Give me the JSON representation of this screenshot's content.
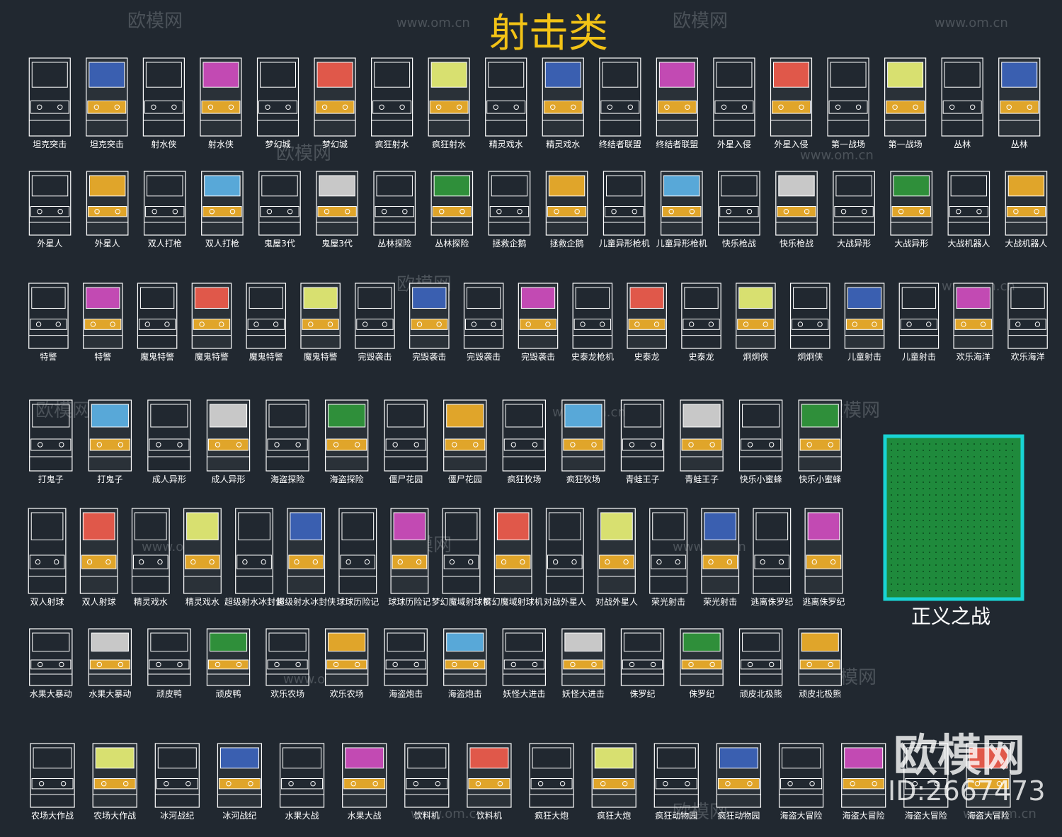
{
  "title": "射击类",
  "watermark": {
    "brand": "欧模网",
    "url": "www.om.cn",
    "url_short": "om.cn",
    "id_label": "ID:2667473"
  },
  "big_panel_label": "正义之战",
  "colors": {
    "background": "#212830",
    "title": "#f3c316",
    "outline": "#ffffff",
    "panel_border": "#19d4d4",
    "panel_fill": "#1f8a3c"
  },
  "rows": [
    {
      "labels": [
        "坦克突击",
        "坦克突击",
        "射水侠",
        "射水侠",
        "梦幻城",
        "梦幻城",
        "疯狂射水",
        "疯狂射水",
        "精灵戏水",
        "精灵戏水",
        "终结者联盟",
        "终结者联盟",
        "外星入侵",
        "外星入侵",
        "第一战场",
        "第一战场",
        "丛林",
        "丛林"
      ]
    },
    {
      "labels": [
        "外星人",
        "外星人",
        "双人打枪",
        "双人打枪",
        "鬼屋3代",
        "鬼屋3代",
        "丛林探险",
        "丛林探险",
        "拯救企鹅",
        "拯救企鹅",
        "儿童异形枪机",
        "儿童异形枪机",
        "快乐枪战",
        "快乐枪战",
        "大战异形",
        "大战异形",
        "大战机器人",
        "大战机器人"
      ]
    },
    {
      "labels": [
        "特警",
        "特警",
        "魔鬼特警",
        "魔鬼特警",
        "魔鬼特警",
        "魔鬼特警",
        "完毁袭击",
        "完毁袭击",
        "完毁袭击",
        "完毁袭击",
        "史泰龙枪机",
        "史泰龙",
        "史泰龙",
        "炯炯侠",
        "炯炯侠",
        "儿童射击",
        "儿童射击",
        "欢乐海洋",
        "欢乐海洋"
      ]
    },
    {
      "labels": [
        "打鬼子",
        "打鬼子",
        "成人异形",
        "成人异形",
        "海盗探险",
        "海盗探险",
        "僵尸花园",
        "僵尸花园",
        "疯狂牧场",
        "疯狂牧场",
        "青蛙王子",
        "青蛙王子",
        "快乐小蜜蜂",
        "快乐小蜜蜂"
      ]
    },
    {
      "labels": [
        "双人射球",
        "双人射球",
        "精灵戏水",
        "精灵戏水",
        "超级射水冰封侠",
        "超级射水冰封侠",
        "球球历险记",
        "球球历险记",
        "梦幻魔域射球机",
        "梦幻魔域射球机",
        "对战外星人",
        "对战外星人",
        "荣光射击",
        "荣光射击",
        "逃离侏罗纪",
        "逃离侏罗纪"
      ]
    },
    {
      "labels": [
        "水果大暴动",
        "水果大暴动",
        "顽皮鸭",
        "顽皮鸭",
        "欢乐农场",
        "欢乐农场",
        "海盗炮击",
        "海盗炮击",
        "妖怪大进击",
        "妖怪大进击",
        "侏罗纪",
        "侏罗纪",
        "顽皮北极熊",
        "顽皮北极熊"
      ]
    },
    {
      "labels": [
        "农场大作战",
        "农场大作战",
        "冰河战纪",
        "冰河战纪",
        "水果大战",
        "水果大战",
        "饮料机",
        "饮料机",
        "疯狂大炮",
        "疯狂大炮",
        "疯狂动物园",
        "疯狂动物园",
        "海盗大冒险",
        "海盗大冒险",
        "海盗大冒险",
        "海盗大冒险"
      ]
    }
  ]
}
